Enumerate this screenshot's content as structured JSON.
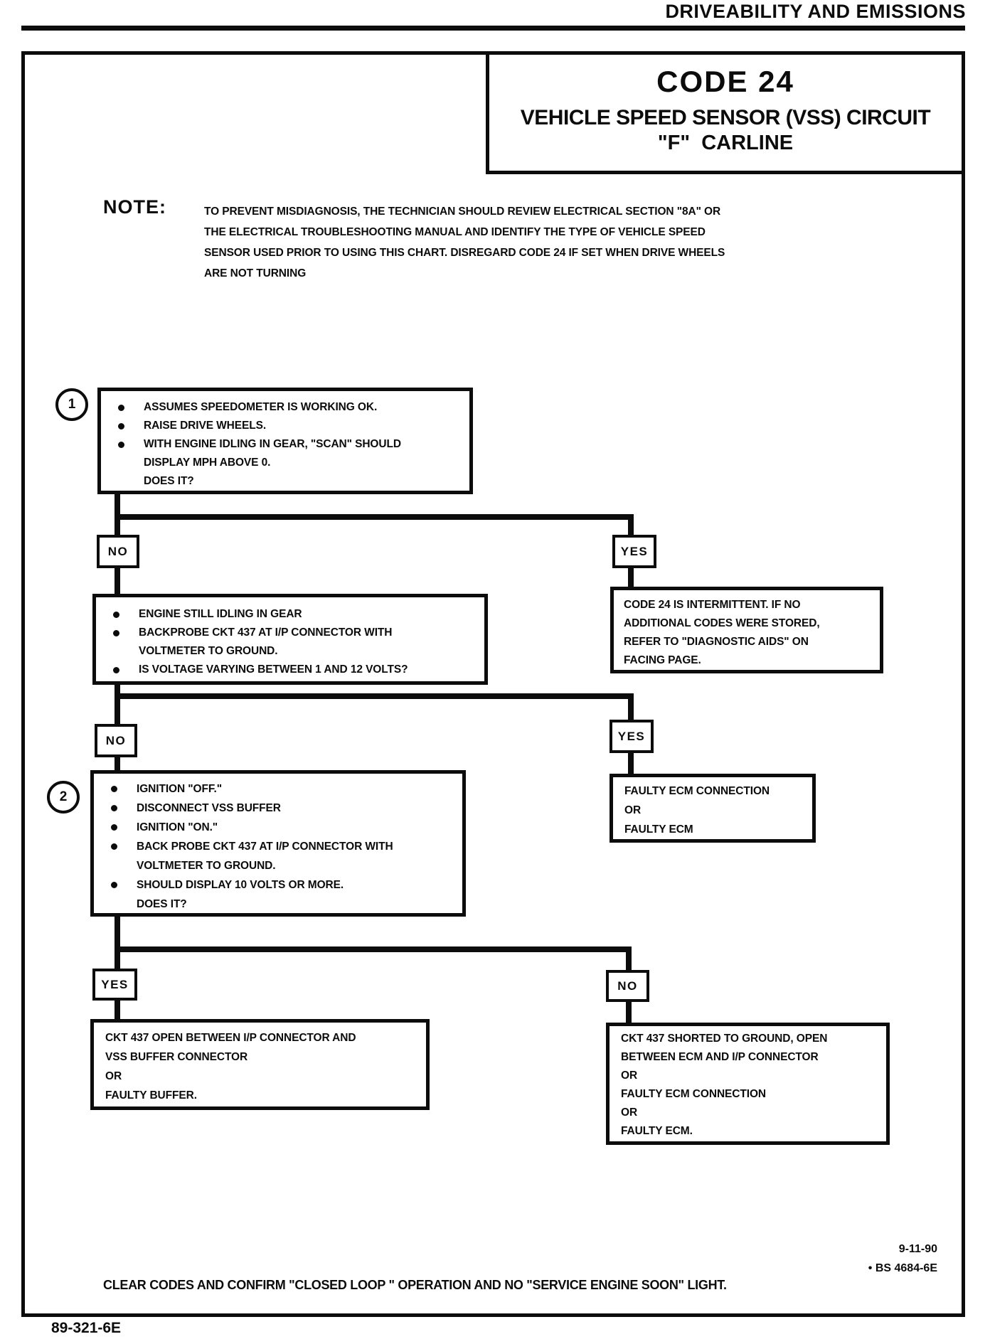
{
  "colors": {
    "ink": "#0c0c0c",
    "paper": "#ffffff"
  },
  "page_header": {
    "title": "DRIVEABILITY AND EMISSIONS"
  },
  "title_box": {
    "code": "CODE 24",
    "subtitle_line1": "VEHICLE SPEED SENSOR (VSS) CIRCUIT",
    "subtitle_line2": "\"F\"  CARLINE"
  },
  "note": {
    "label": "NOTE:",
    "text": "TO PREVENT MISDIAGNOSIS, THE TECHNICIAN SHOULD REVIEW ELECTRICAL SECTION \"8A\" OR\nTHE ELECTRICAL TROUBLESHOOTING MANUAL AND IDENTIFY THE TYPE OF VEHICLE SPEED\nSENSOR USED PRIOR TO USING THIS CHART.  DISREGARD CODE 24 IF SET WHEN DRIVE WHEELS\nARE NOT TURNING"
  },
  "flowchart": {
    "step1": {
      "number": "1",
      "bullets": [
        "ASSUMES SPEEDOMETER IS WORKING OK.",
        "RAISE DRIVE WHEELS.",
        "WITH ENGINE IDLING IN GEAR, \"SCAN\" SHOULD\nDISPLAY MPH ABOVE 0.\nDOES IT?"
      ]
    },
    "branch1": {
      "left_label": "NO",
      "right_label": "YES"
    },
    "no1_box": {
      "bullets": [
        "ENGINE STILL IDLING IN GEAR",
        "BACKPROBE CKT 437 AT I/P CONNECTOR WITH\nVOLTMETER TO GROUND.",
        "IS VOLTAGE VARYING BETWEEN 1 AND 12 VOLTS?"
      ]
    },
    "yes1_box": {
      "text": "CODE 24 IS INTERMITTENT.  IF NO\nADDITIONAL CODES WERE STORED,\nREFER TO \"DIAGNOSTIC AIDS\" ON\nFACING PAGE."
    },
    "branch2": {
      "left_label": "NO",
      "right_label": "YES"
    },
    "step2": {
      "number": "2",
      "bullets": [
        "IGNITION \"OFF.\"",
        "DISCONNECT VSS BUFFER",
        "IGNITION \"ON.\"",
        "BACK PROBE CKT 437 AT I/P CONNECTOR WITH\nVOLTMETER TO GROUND.",
        "SHOULD DISPLAY 10 VOLTS OR MORE.\nDOES IT?"
      ]
    },
    "yes2_box": {
      "text": "FAULTY ECM CONNECTION\nOR\nFAULTY ECM"
    },
    "branch3": {
      "left_label": "YES",
      "right_label": "NO"
    },
    "result_left_box": {
      "text": "CKT 437 OPEN BETWEEN I/P CONNECTOR AND\nVSS BUFFER CONNECTOR\nOR\nFAULTY BUFFER."
    },
    "result_right_box": {
      "text": "CKT 437 SHORTED TO GROUND, OPEN\nBETWEEN ECM AND I/P CONNECTOR\nOR\nFAULTY ECM CONNECTION\nOR\nFAULTY ECM."
    }
  },
  "footer": {
    "instruction": "CLEAR CODES AND CONFIRM \"CLOSED LOOP \" OPERATION AND NO \"SERVICE ENGINE SOON\" LIGHT.",
    "date": "9-11-90",
    "doc_code": "• BS 4684-6E",
    "page_code": "89-321-6E"
  }
}
